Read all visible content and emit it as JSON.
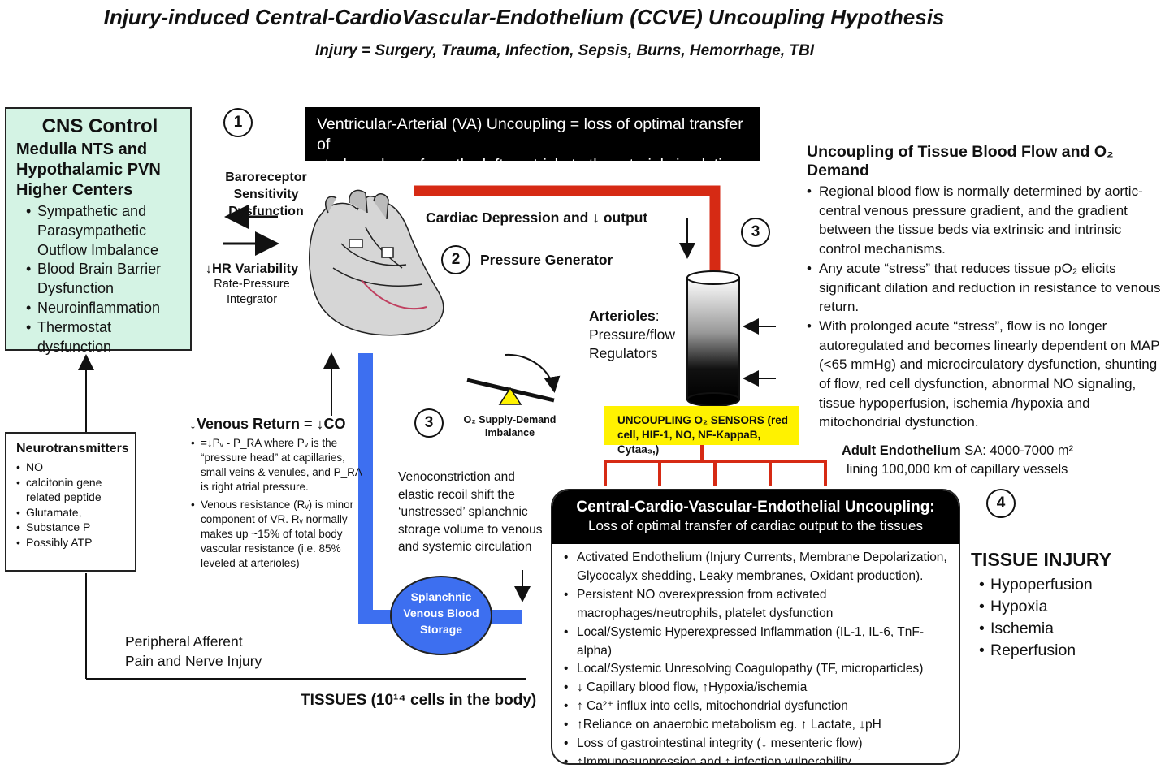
{
  "title": "Injury-induced Central-CardioVascular-Endothelium (CCVE) Uncoupling Hypothesis",
  "subtitle": "Injury = Surgery, Trauma, Infection, Sepsis, Burns, Hemorrhage, TBI",
  "cns": {
    "title": "CNS Control",
    "sub1": "Medulla NTS and",
    "sub2": "Hypothalamic PVN",
    "sub3": "Higher Centers",
    "items": [
      "Sympathetic and",
      "Parasympathetic",
      "Outflow Imbalance",
      "Blood Brain Barrier",
      "Dysfunction",
      "Neuroinflammation",
      "Thermostat dysfunction"
    ]
  },
  "neurotransmitters": {
    "title": "Neurotransmitters",
    "items": [
      "NO",
      "calcitonin gene",
      "related peptide",
      "Glutamate,",
      "Substance P",
      "Possibly ATP"
    ]
  },
  "markers": [
    "1",
    "2",
    "3",
    "3",
    "4"
  ],
  "baroreceptor": {
    "line1": "Baroreceptor",
    "line2": "Sensitivity Dysfunction"
  },
  "hrv": {
    "title": "↓HR Variability",
    "line1": "Rate-Pressure",
    "line2": "Integrator"
  },
  "va": {
    "line1": "Ventricular-Arterial (VA) Uncoupling = loss of optimal transfer of",
    "line2": "stroke volume from the left ventricle to the arterial circulation"
  },
  "cardiac_depression": "Cardiac Depression and ↓ output",
  "pressure_generator": "Pressure Generator",
  "arterioles": {
    "title": "Arterioles",
    "colon": ":",
    "line1": "Pressure/flow",
    "line2": "Regulators"
  },
  "tissue_flow": {
    "title": "Uncoupling of Tissue Blood Flow and O₂ Demand",
    "items": [
      "Regional blood flow is normally determined by aortic-central venous pressure gradient, and the gradient between the tissue beds via extrinsic and intrinsic control mechanisms.",
      "Any acute “stress” that reduces tissue pO₂ elicits significant dilation and reduction in resistance to venous return.",
      "With prolonged acute “stress”, flow is no longer autoregulated and becomes linearly dependent on MAP (<65 mmHg) and microcirculatory dysfunction, shunting of flow, red cell dysfunction, abnormal NO signaling, tissue hypoperfusion, ischemia /hypoxia and mitochondrial dysfunction."
    ]
  },
  "o2_balance": {
    "line1": "O₂ Supply-Demand",
    "line2": "Imbalance"
  },
  "sensors": {
    "line1": "UNCOUPLING O₂ SENSORS (red",
    "line2": "cell, HIF-1, NO, NF-KappaB, Cytaa₃,)"
  },
  "venous_return": {
    "title": "↓Venous Return  = ↓CO",
    "items": [
      "=↓Pᵥ - P_RA where Pᵥ is the “pressure head” at capillaries, small veins & venules, and P_RA is right atrial pressure.",
      "Venous resistance (Rᵥ) is minor component of VR. Rᵥ normally makes up ~15% of total body vascular resistance (i.e. 85% leveled at arterioles)"
    ]
  },
  "venoconstriction": {
    "line1": "Venoconstriction and",
    "line2": "elastic recoil shift  the",
    "line3": "‘unstressed’ splanchnic",
    "line4": "storage volume to venous",
    "line5": "and systemic circulation"
  },
  "splanchnic": {
    "line1": "Splanchnic",
    "line2": "Venous Blood",
    "line3": "Storage"
  },
  "endothelium": {
    "bold": "Adult Endothelium",
    "line1": " SA: 4000-7000 m²",
    "line2": "lining 100,000 km of capillary vessels"
  },
  "ccve": {
    "title": "Central-Cardio-Vascular-Endothelial Uncoupling:",
    "subtitle": "Loss of optimal transfer of cardiac output to the tissues",
    "items": [
      "Activated Endothelium (Injury Currents, Membrane Depolarization,",
      "Glycocalyx shedding, Leaky membranes, Oxidant production).",
      "Persistent NO overexpression from activated",
      "macrophages/neutrophils, platelet dysfunction",
      "Local/Systemic Hyperexpressed Inflammation (IL-1, IL-6, TnF-alpha)",
      "Local/Systemic Unresolving Coagulopathy (TF, microparticles)",
      "↓ Capillary blood flow, ↑Hypoxia/ischemia",
      "↑ Ca²⁺ influx into cells, mitochondrial dysfunction",
      "↑Reliance on anaerobic metabolism eg. ↑ Lactate, ↓pH",
      "Loss of gastrointestinal integrity (↓ mesenteric flow)",
      "↑Immunosuppression and ↑ infection vulnerability"
    ]
  },
  "tissue_injury": {
    "title": "TISSUE INJURY",
    "items": [
      "Hypoperfusion",
      "Hypoxia",
      "Ischemia",
      "Reperfusion"
    ]
  },
  "peripheral": {
    "line1": "Peripheral Afferent",
    "line2": "Pain and Nerve Injury"
  },
  "tissues": "TISSUES (10¹⁴ cells in the body)"
}
